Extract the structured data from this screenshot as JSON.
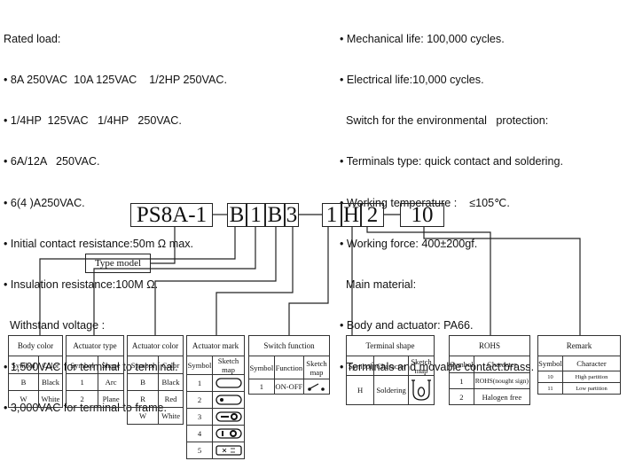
{
  "specs_left": [
    "Rated load:",
    "• 8A 250VAC  10A 125VAC    1/2HP 250VAC.",
    "• 1/4HP  125VAC   1/4HP   250VAC.",
    "• 6A/12A   250VAC.",
    "• 6(4 )A250VAC.",
    "• Initial contact resistance:50m Ω max.",
    "• Insulation resistance:100M Ω.",
    "  Withstand voltage :",
    "• 1,500VAC for terminal to terminal.",
    "• 3,000VAC for terminal to frame."
  ],
  "specs_right": [
    "• Mechanical life: 100,000 cycles.",
    "• Electrical life:10,000 cycles.",
    "  Switch for the environmental   protection:",
    "• Terminals type: quick contact and soldering.",
    "• Working temperature :    ≤105℃.",
    "• Working force: 400±200gf.",
    "  Main material:",
    "• Body and actuator: PA66.",
    "• Terminals and movable contact:brass."
  ],
  "model_code": {
    "model": "PS8A-1",
    "parts": [
      "B",
      "1",
      "B",
      "3",
      "1",
      "H",
      "2",
      "10"
    ],
    "type_model_label": "Type model"
  },
  "tables": {
    "body_color": {
      "title": "Body color",
      "headers": [
        "Symbol",
        "Color"
      ],
      "rows": [
        [
          "B",
          "Black"
        ],
        [
          "W",
          "White"
        ]
      ]
    },
    "actuator_type": {
      "title": "Actuator type",
      "headers": [
        "Symbol",
        "Shape"
      ],
      "rows": [
        [
          "1",
          "Arc"
        ],
        [
          "2",
          "Plane"
        ]
      ]
    },
    "actuator_color": {
      "title": "Actuator color",
      "headers": [
        "Symbol",
        "Color"
      ],
      "rows": [
        [
          "B",
          "Black"
        ],
        [
          "R",
          "Red"
        ],
        [
          "W",
          "White"
        ]
      ]
    },
    "actuator_mark": {
      "title": "Actuator mark",
      "headers": [
        "Symbol",
        "Sketch map"
      ],
      "rows": [
        "1",
        "2",
        "3",
        "4",
        "5"
      ],
      "icons": [
        "blank-actuator-icon",
        "dot-actuator-icon",
        "line-circle-actuator-icon",
        "line-bar-actuator-icon",
        "on-off-text-actuator-icon"
      ]
    },
    "switch_function": {
      "title": "Switch function",
      "headers": [
        "Symbol",
        "Function",
        "Sketch map"
      ],
      "rows": [
        [
          "1",
          "ON-OFF"
        ]
      ],
      "icon": "switch-contact-icon"
    },
    "terminal_shape": {
      "title": "Terminal shape",
      "headers": [
        "Symbol",
        "Character",
        "Sketch map"
      ],
      "rows": [
        [
          "H",
          "Soldering"
        ]
      ],
      "icon": "solder-terminal-icon"
    },
    "rohs": {
      "title": "ROHS",
      "headers": [
        "Symbol",
        "Character"
      ],
      "rows": [
        [
          "1",
          "ROHS(nought sign)"
        ],
        [
          "2",
          "Halogen free"
        ]
      ]
    },
    "remark": {
      "title": "Remark",
      "headers": [
        "Symbol",
        "Character"
      ],
      "rows": [
        [
          "10",
          "High partition"
        ],
        [
          "11",
          "Low partition"
        ]
      ]
    }
  }
}
